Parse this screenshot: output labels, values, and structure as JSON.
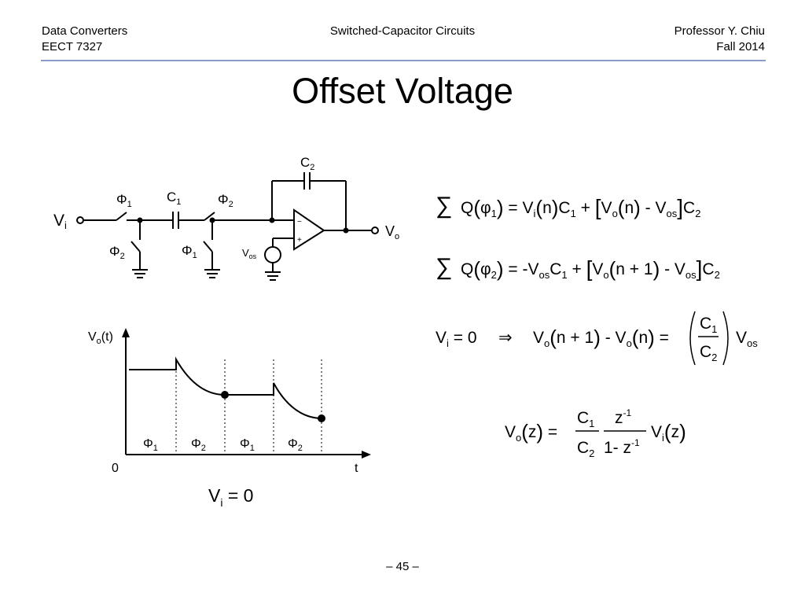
{
  "header": {
    "left_line1": "Data Converters",
    "left_line2": "EECT 7327",
    "center": "Switched-Capacitor Circuits",
    "right_line1": "Professor Y. Chiu",
    "right_line2": "Fall 2014"
  },
  "title": "Offset Voltage",
  "circuit": {
    "vi": "V",
    "vi_sub": "i",
    "vo": "V",
    "vo_sub": "o",
    "phi": "Φ",
    "c1": "C",
    "c1_sub": "1",
    "c2": "C",
    "c2_sub": "2",
    "phi1_sub": "1",
    "phi2_sub": "2",
    "vos": "V",
    "vos_sub": "os",
    "minus": "−",
    "plus": "+"
  },
  "waveform": {
    "ylabel": "V",
    "ylabel_sub": "o",
    "ylabel_rest": "(t)",
    "origin": "0",
    "xlabel": "t",
    "phases": [
      "Φ1",
      "Φ2",
      "Φ1",
      "Φ2"
    ],
    "caption": "V",
    "caption_sub": "i",
    "caption_rest": "= 0"
  },
  "equations": {
    "eq1": "∑Q(φ1) = Vi(n)C1 + [Vo(n) - Vos]C2",
    "eq2": "∑Q(φ2) = -VosC1 + [Vo(n+1) - Vos]C2",
    "eq3": "Vi = 0 ⇒ Vo(n+1) - Vo(n) = (C1/C2)Vos",
    "eq4": "Vo(z) = (C1/C2) · z^-1/(1-z^-1) · Vi(z)"
  },
  "page_number": "– 45 –"
}
